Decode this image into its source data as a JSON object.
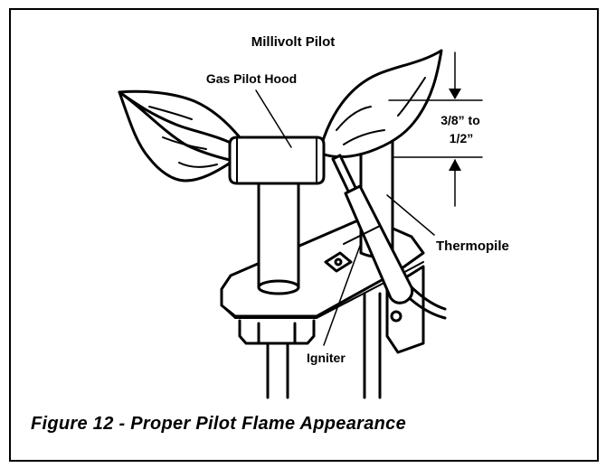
{
  "labels": {
    "title": "Millivolt Pilot",
    "gas_pilot_hood": "Gas Pilot Hood",
    "gap_line1": "3/8” to",
    "gap_line2": "1/2”",
    "thermopile": "Thermopile",
    "igniter": "Igniter"
  },
  "caption": "Figure 12 - Proper Pilot Flame Appearance",
  "colors": {
    "ink": "#000000",
    "paper": "#ffffff"
  }
}
